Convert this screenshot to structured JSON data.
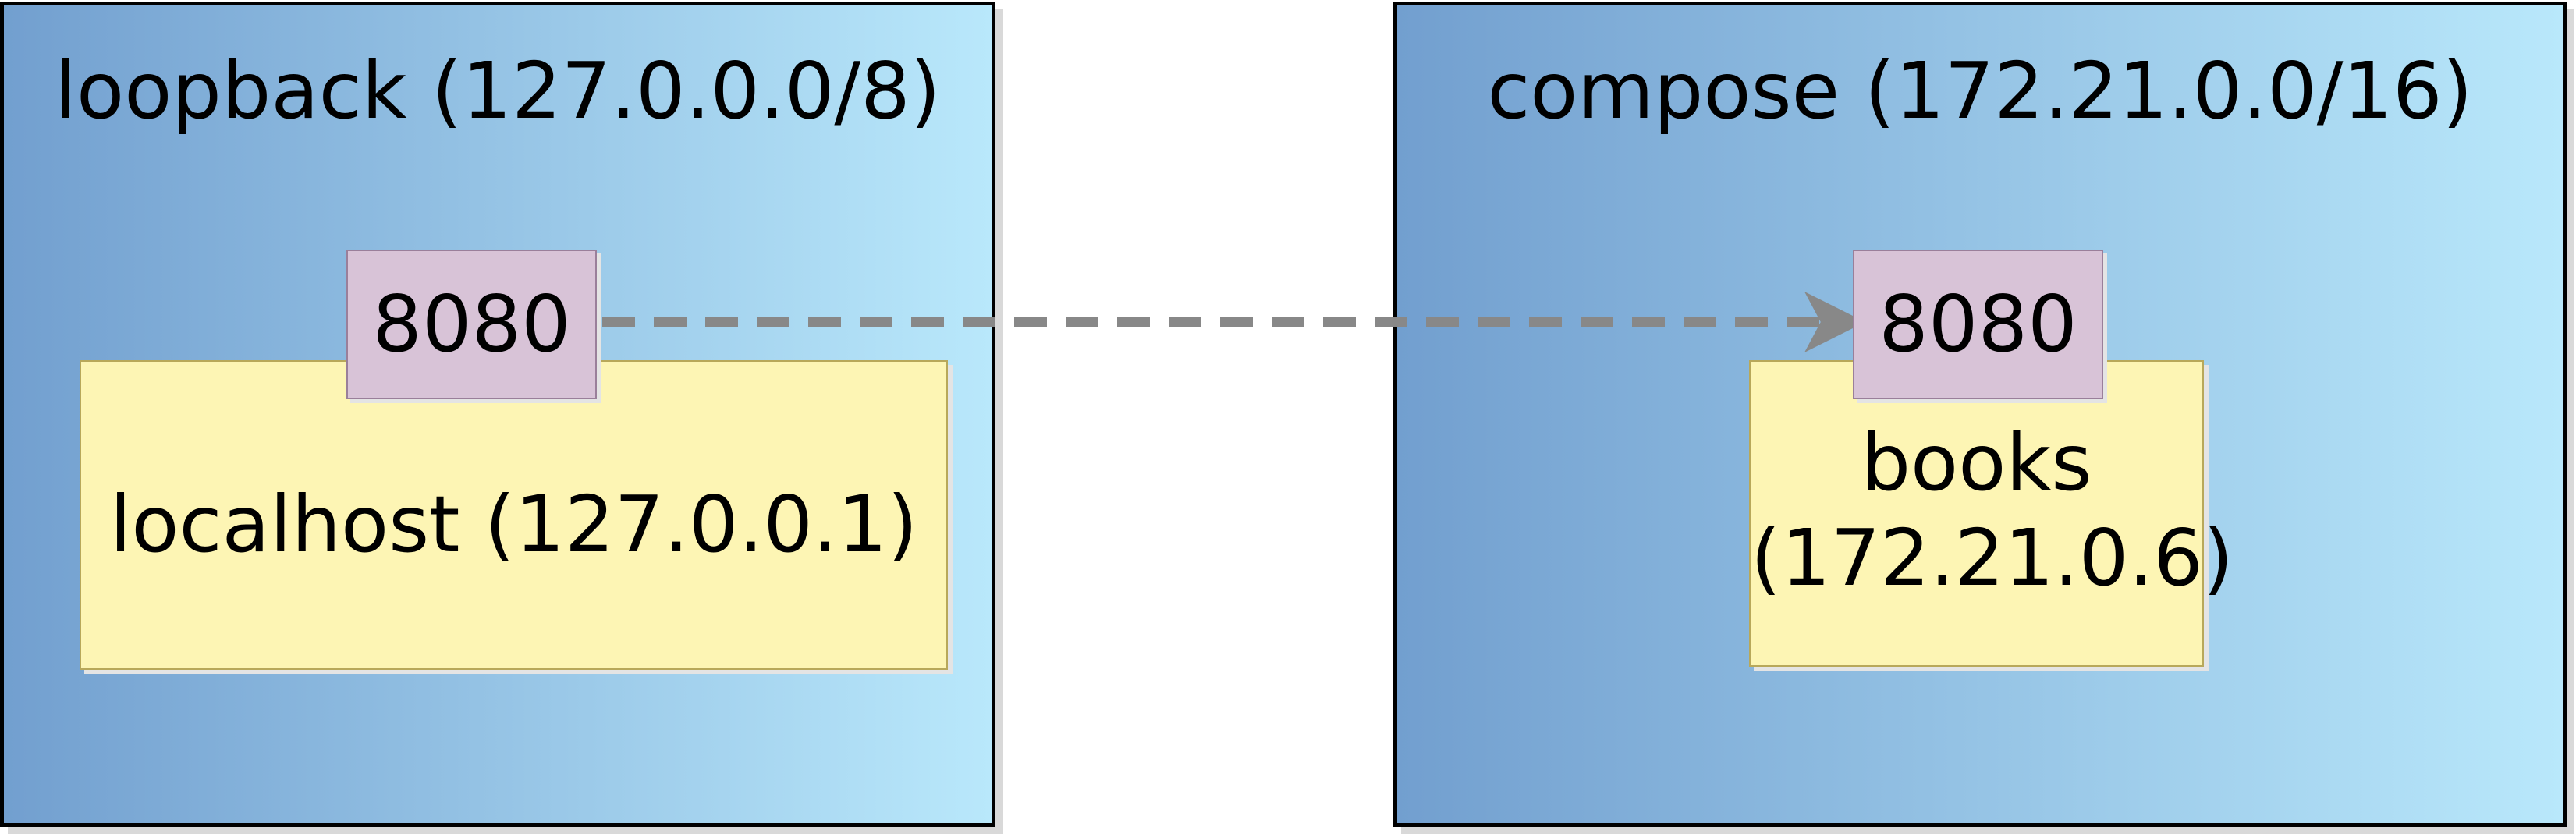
{
  "colors": {
    "network_gradient_start": "#729fcf",
    "network_gradient_end": "#b9e8fb",
    "network_border": "#000000",
    "host_fill": "#fdf5b4",
    "port_fill": "#d8c3d7",
    "connector": "#888888"
  },
  "networks": [
    {
      "name": "loopback (127.0.0.0/8)",
      "host": {
        "label_lines": [
          "localhost (127.0.0.1)"
        ]
      },
      "port": "8080"
    },
    {
      "name": "compose (172.21.0.0/16)",
      "host": {
        "label_lines": [
          "books",
          "(172.21.0.6)"
        ]
      },
      "port": "8080"
    }
  ],
  "connector": {
    "style": "dashed-arrow",
    "from": "loopback-port",
    "to": "compose-port"
  }
}
